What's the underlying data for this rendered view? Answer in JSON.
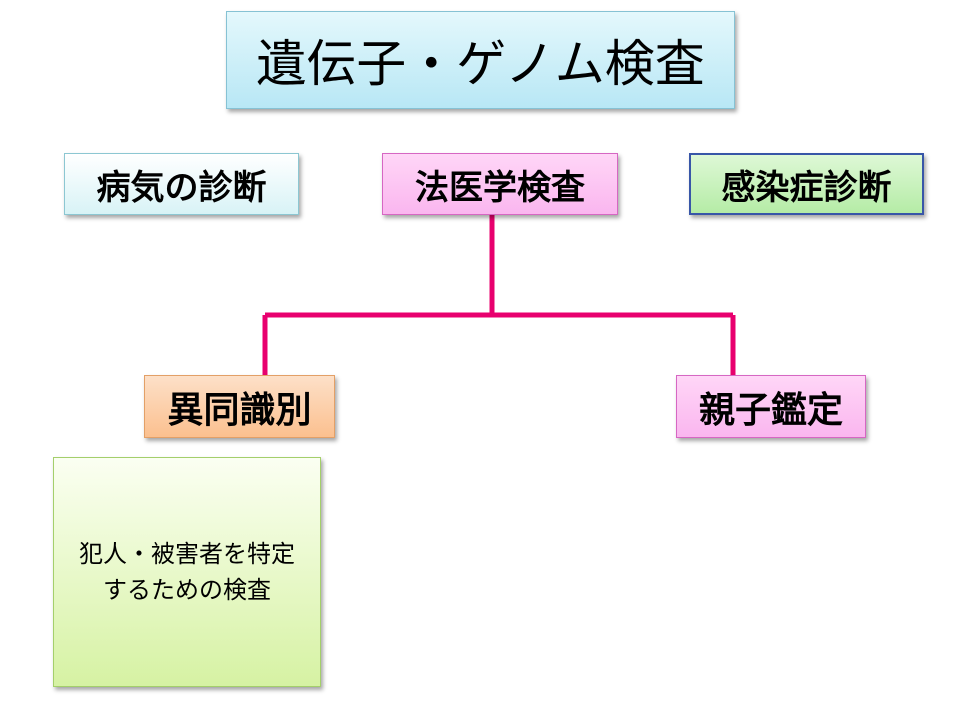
{
  "title": "遺伝子・ゲノム検査",
  "categories": {
    "disease": "病気の診断",
    "forensic": "法医学検査",
    "infection": "感染症診断"
  },
  "forensic_children": {
    "identity": "異同識別",
    "paternity": "親子鑑定"
  },
  "identity_description": "犯人・被害者を特定するための検査",
  "colors": {
    "connector": "#e8006e"
  }
}
